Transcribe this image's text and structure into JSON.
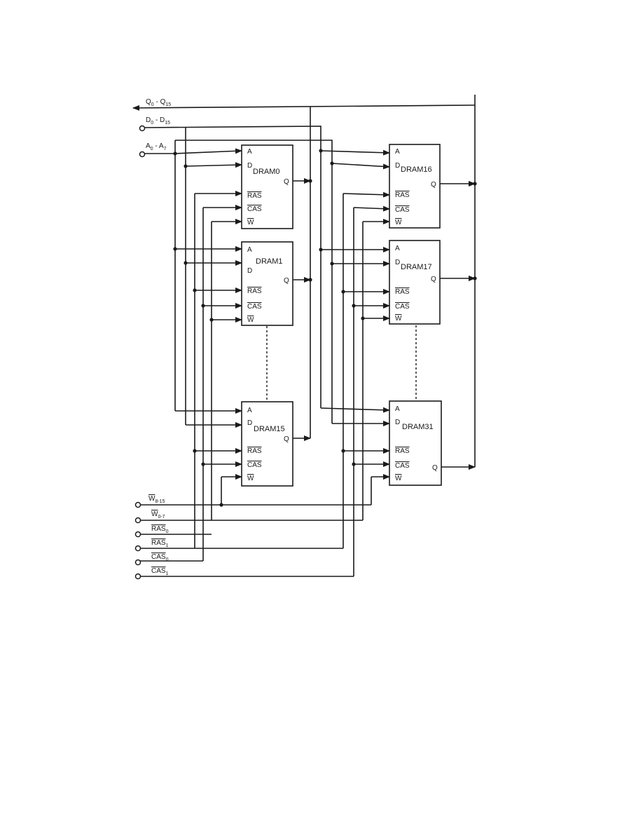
{
  "diagram": {
    "chips": [
      {
        "name": "DRAM0",
        "pins": {
          "a": "A",
          "d": "D",
          "ras": "RAS",
          "cas": "CAS",
          "w": "W",
          "q": "Q"
        }
      },
      {
        "name": "DRAM1",
        "pins": {
          "a": "A",
          "d": "D",
          "ras": "RAS",
          "cas": "CAS",
          "w": "W",
          "q": "Q"
        }
      },
      {
        "name": "DRAM15",
        "pins": {
          "a": "A",
          "d": "D",
          "ras": "RAS",
          "cas": "CAS",
          "w": "W",
          "q": "Q"
        }
      },
      {
        "name": "DRAM16",
        "pins": {
          "a": "A",
          "d": "D",
          "ras": "RAS",
          "cas": "CAS",
          "w": "W",
          "q": "Q"
        }
      },
      {
        "name": "DRAM17",
        "pins": {
          "a": "A",
          "d": "D",
          "ras": "RAS",
          "cas": "CAS",
          "w": "W",
          "q": "Q"
        }
      },
      {
        "name": "DRAM31",
        "pins": {
          "a": "A",
          "d": "D",
          "ras": "RAS",
          "cas": "CAS",
          "w": "W",
          "q": "Q"
        }
      }
    ],
    "signals": {
      "q_bus": {
        "base": "Q",
        "sub1": "0",
        "sep": " - Q",
        "sub2": "15"
      },
      "d_bus": {
        "base": "D",
        "sub1": "0",
        "sep": " - D",
        "sub2": "15"
      },
      "a_bus": {
        "base": "A",
        "sub1": "0",
        "sep": " - A",
        "sub2": "7"
      },
      "w_high": {
        "base": "W",
        "sub": "8-15"
      },
      "w_low": {
        "base": "W",
        "sub": "0-7"
      },
      "ras0": {
        "base": "RAS",
        "sub": "0"
      },
      "ras1": {
        "base": "RAS",
        "sub": "1"
      },
      "cas0": {
        "base": "CAS",
        "sub": "0"
      },
      "cas1": {
        "base": "CAS",
        "sub": "1"
      }
    }
  }
}
